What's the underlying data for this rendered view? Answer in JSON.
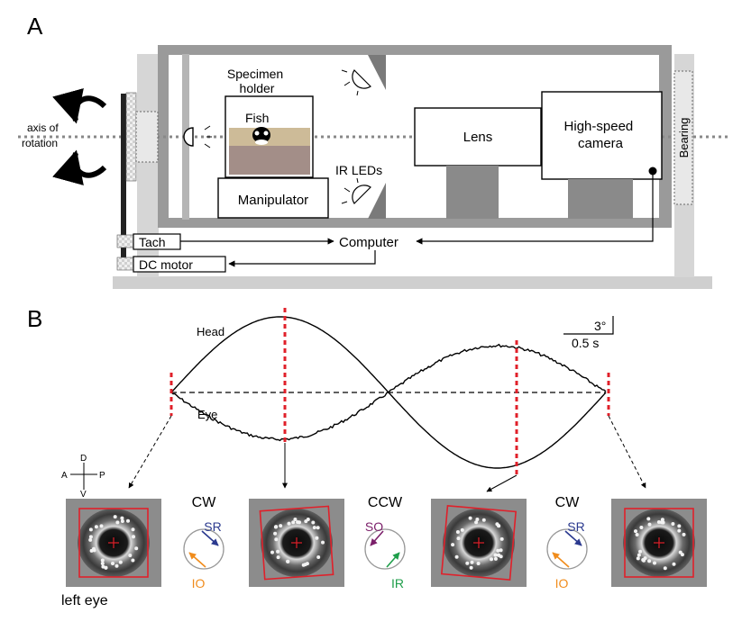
{
  "panel_a": {
    "label": "A",
    "axis_of_rotation": "axis of\nrotation",
    "specimen_holder": "Specimen\nholder",
    "fish": "Fish",
    "manipulator": "Manipulator",
    "ir_leds": "IR LEDs",
    "lens": "Lens",
    "camera": "High-speed\ncamera",
    "bearing": "Bearing",
    "tach": "Tach",
    "dc_motor": "DC motor",
    "computer": "Computer"
  },
  "panel_b": {
    "label": "B",
    "head_label": "Head",
    "eye_label": "Eye",
    "scale_deg": "3°",
    "scale_time": "0.5 s",
    "compass": {
      "d": "D",
      "v": "V",
      "a": "A",
      "p": "P"
    },
    "caption": "left eye",
    "rotations": [
      {
        "dir": "CW",
        "top": "SR",
        "bottom": "IO",
        "top_color": "#2b3a8f",
        "bottom_color": "#f08c1c"
      },
      {
        "dir": "CCW",
        "top": "SO",
        "bottom": "IR",
        "top_color": "#7b1f6a",
        "bottom_color": "#1e9e4a"
      },
      {
        "dir": "CW",
        "top": "SR",
        "bottom": "IO",
        "top_color": "#2b3a8f",
        "bottom_color": "#f08c1c"
      }
    ]
  },
  "colors": {
    "marker": "#e0202a",
    "frame": "#9a9a9a",
    "holder_top": "#cdbb98",
    "holder_bottom": "#a38e88"
  }
}
